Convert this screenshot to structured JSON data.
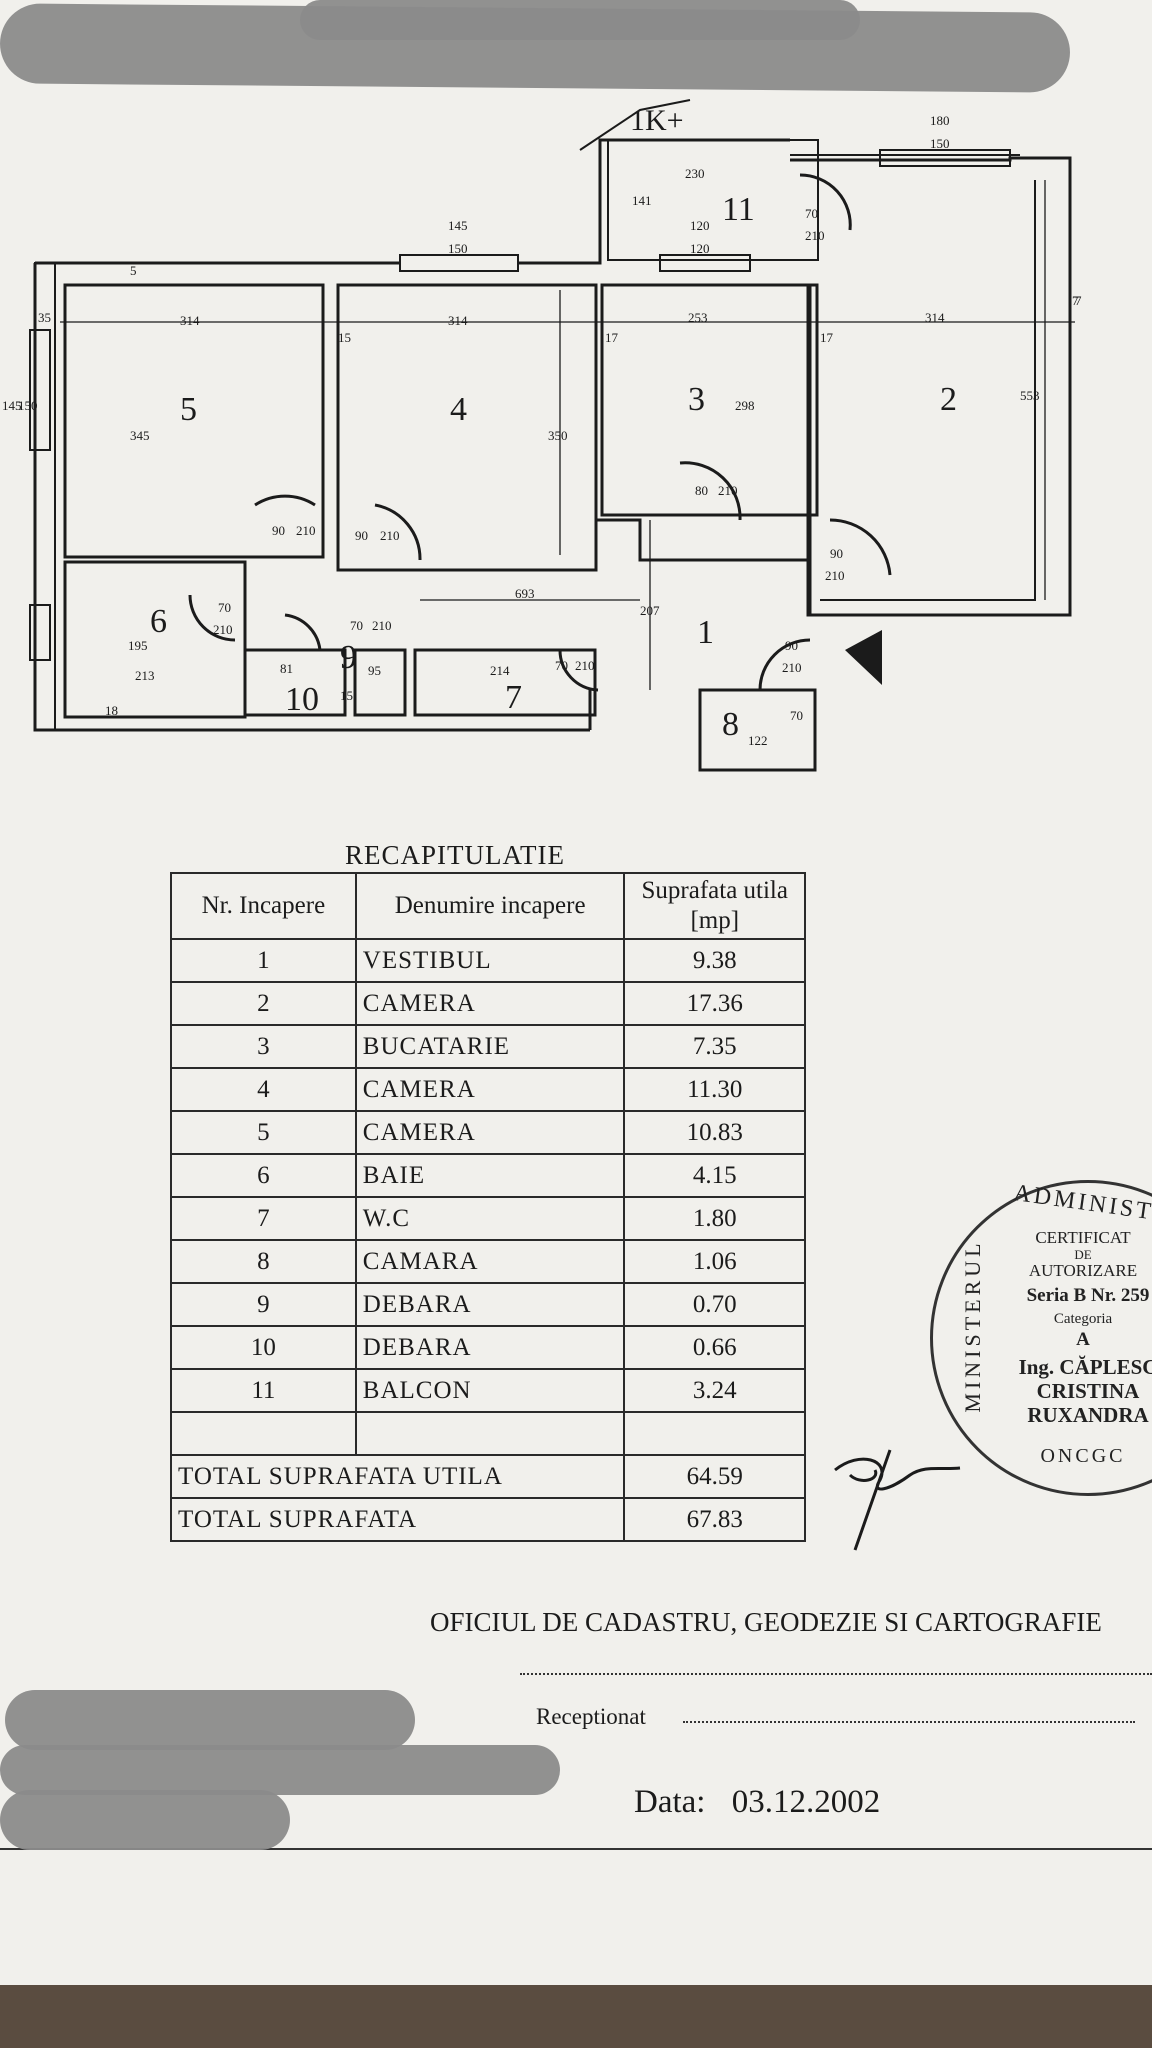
{
  "floor_plan": {
    "room_numbers": [
      "1",
      "2",
      "3",
      "4",
      "5",
      "6",
      "7",
      "8",
      "9",
      "10",
      "11"
    ],
    "dimensions": [
      "180",
      "150",
      "230",
      "141",
      "120",
      "120",
      "70",
      "210",
      "145",
      "150",
      "314",
      "314",
      "253",
      "314",
      "35",
      "15",
      "17",
      "17",
      "7",
      "5",
      "345",
      "350",
      "298",
      "553",
      "145",
      "150",
      "90",
      "210",
      "90",
      "210",
      "80",
      "210",
      "90",
      "210",
      "70",
      "210",
      "70",
      "210",
      "693",
      "207",
      "90",
      "210",
      "195",
      "213",
      "18",
      "81",
      "95",
      "15",
      "214",
      "70",
      "210",
      "122",
      "70",
      "7"
    ],
    "header_mark": "1K+"
  },
  "recap": {
    "title": "RECAPITULATIE",
    "headers": {
      "nr": "Nr. Incapere",
      "name": "Denumire incapere",
      "area": "Suprafata utila [mp]"
    },
    "rows": [
      {
        "nr": "1",
        "name": "VESTIBUL",
        "area": "9.38"
      },
      {
        "nr": "2",
        "name": "CAMERA",
        "area": "17.36"
      },
      {
        "nr": "3",
        "name": "BUCATARIE",
        "area": "7.35"
      },
      {
        "nr": "4",
        "name": "CAMERA",
        "area": "11.30"
      },
      {
        "nr": "5",
        "name": "CAMERA",
        "area": "10.83"
      },
      {
        "nr": "6",
        "name": "BAIE",
        "area": "4.15"
      },
      {
        "nr": "7",
        "name": "W.C",
        "area": "1.80"
      },
      {
        "nr": "8",
        "name": "CAMARA",
        "area": "1.06"
      },
      {
        "nr": "9",
        "name": "DEBARA",
        "area": "0.70"
      },
      {
        "nr": "10",
        "name": "DEBARA",
        "area": "0.66"
      },
      {
        "nr": "11",
        "name": "BALCON",
        "area": "3.24"
      }
    ],
    "total_useful_label": "TOTAL SUPRAFATA UTILA",
    "total_useful_value": "64.59",
    "total_label": "TOTAL SUPRAFATA",
    "total_value": "67.83"
  },
  "stamp": {
    "arc_top": "ADMINISTR",
    "arc_left": "MINISTERUL",
    "line1": "CERTIFICAT",
    "line2": "DE",
    "line3": "AUTORIZARE",
    "line4": "Seria B Nr. 259",
    "line5": "Categoria",
    "line6": "A",
    "line7": "Ing. CĂPLESC",
    "line8": "CRISTINA",
    "line9": "RUXANDRA",
    "arc_bottom": "ONCGC"
  },
  "footer": {
    "office": "OFICIUL DE CADASTRU, GEODEZIE SI CARTOGRAFIE",
    "receptionat": "Receptionat",
    "data_label": "Data:",
    "data_value": "03.12.2002"
  },
  "colors": {
    "paper": "#f1f0ec",
    "ink": "#1b1b1b",
    "redaction": "#8b8b8b"
  }
}
